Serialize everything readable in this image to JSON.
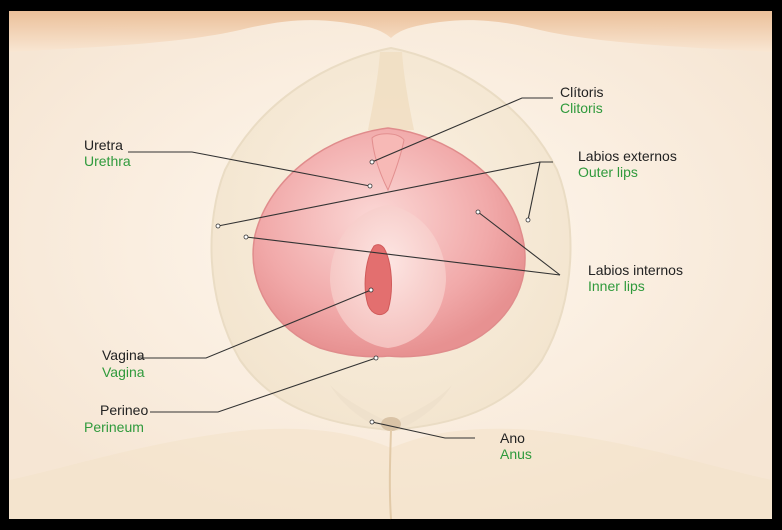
{
  "colors": {
    "background": "#fbefe2",
    "frame": "#000000",
    "english_label": "#2f9a3c",
    "spanish_label": "#222222",
    "leader_line": "#333333"
  },
  "labels": {
    "clitoris": {
      "es": "Clítoris",
      "en": "Clitoris"
    },
    "urethra": {
      "es": "Uretra",
      "en": "Urethra"
    },
    "outer_lips": {
      "es": "Labios externos",
      "en": "Outer lips"
    },
    "inner_lips": {
      "es": "Labios internos",
      "en": "Inner lips"
    },
    "vagina": {
      "es": "Vagina",
      "en": "Vagina"
    },
    "perineum": {
      "es": "Perineo",
      "en": "Perineum"
    },
    "anus": {
      "es": "Ano",
      "en": "Anus"
    }
  }
}
